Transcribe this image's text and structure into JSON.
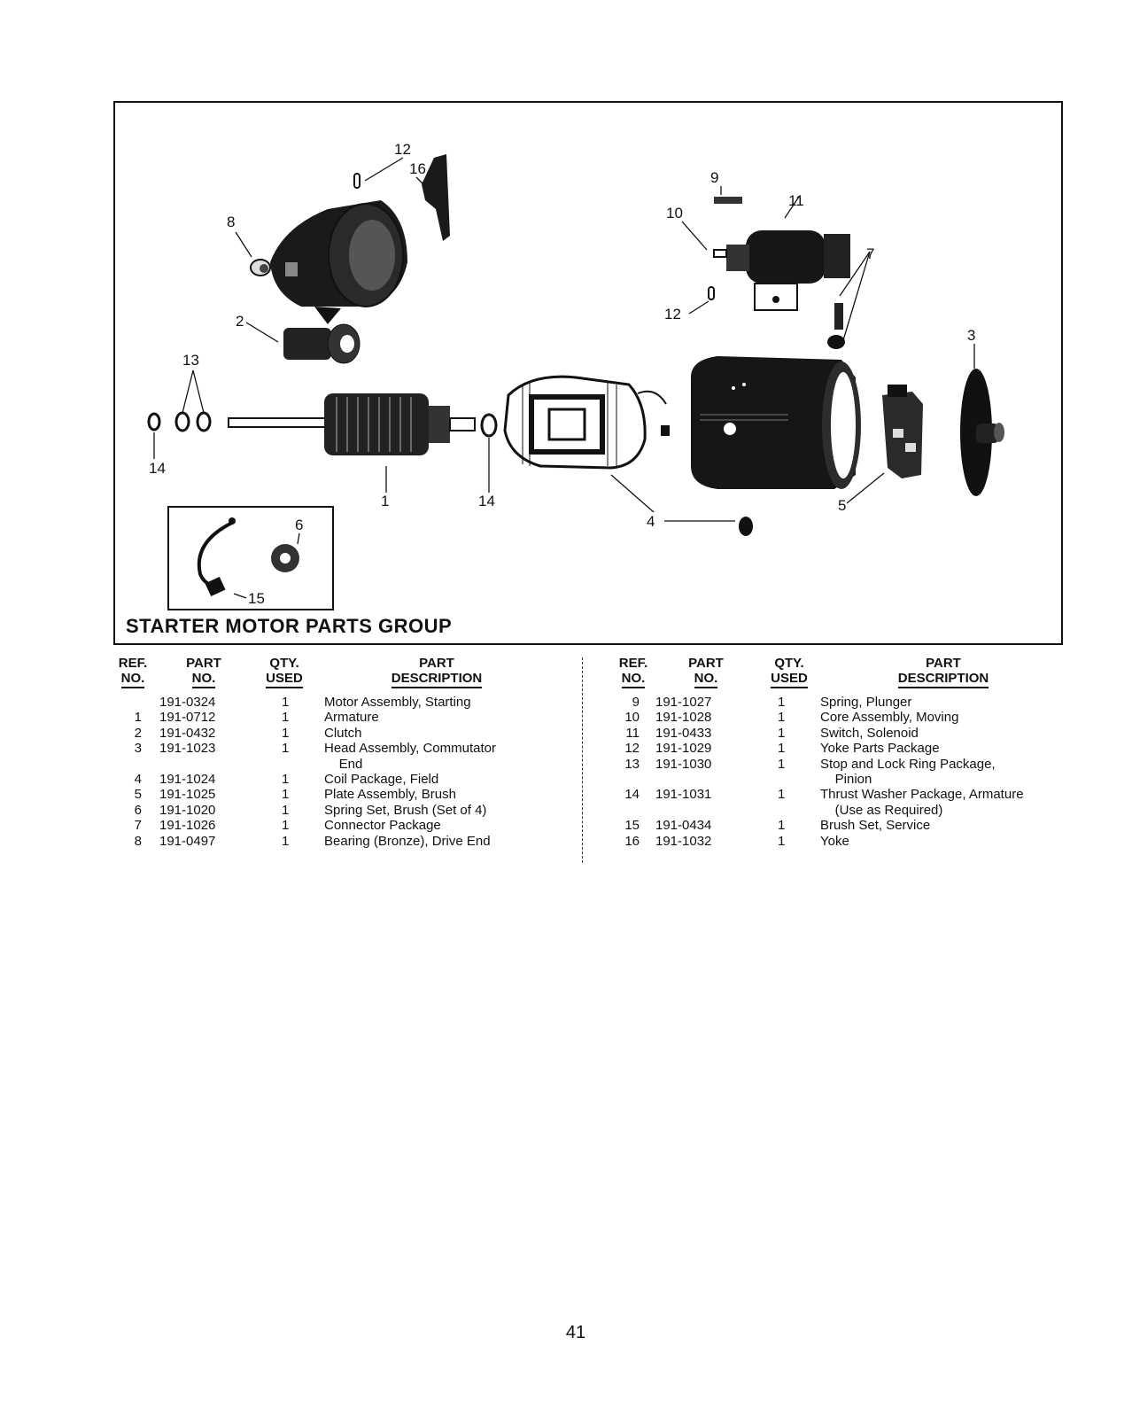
{
  "figure": {
    "title": "STARTER MOTOR PARTS GROUP",
    "callouts": [
      "12",
      "16",
      "8",
      "2",
      "13",
      "14",
      "1",
      "14",
      "6",
      "15",
      "9",
      "10",
      "11",
      "7",
      "12",
      "3",
      "4",
      "5"
    ]
  },
  "table": {
    "headers": {
      "ref_top": "REF.",
      "ref_bot": "NO.",
      "part_top": "PART",
      "part_bot": "NO.",
      "qty_top": "QTY.",
      "qty_bot": "USED",
      "desc_top": "PART",
      "desc_bot": "DESCRIPTION"
    },
    "left_rows": [
      {
        "ref": "",
        "part": "191-0324",
        "qty": "1",
        "desc": "Motor Assembly, Starting"
      },
      {
        "ref": "1",
        "part": "191-0712",
        "qty": "1",
        "desc": "Armature"
      },
      {
        "ref": "2",
        "part": "191-0432",
        "qty": "1",
        "desc": "Clutch"
      },
      {
        "ref": "3",
        "part": "191-1023",
        "qty": "1",
        "desc": "Head Assembly, Commutator\n    End"
      },
      {
        "ref": "4",
        "part": "191-1024",
        "qty": "1",
        "desc": "Coil Package, Field"
      },
      {
        "ref": "5",
        "part": "191-1025",
        "qty": "1",
        "desc": "Plate Assembly, Brush"
      },
      {
        "ref": "6",
        "part": "191-1020",
        "qty": "1",
        "desc": "Spring Set, Brush (Set of 4)"
      },
      {
        "ref": "7",
        "part": "191-1026",
        "qty": "1",
        "desc": "Connector Package"
      },
      {
        "ref": "8",
        "part": "191-0497",
        "qty": "1",
        "desc": "Bearing (Bronze), Drive End"
      }
    ],
    "right_rows": [
      {
        "ref": "9",
        "part": "191-1027",
        "qty": "1",
        "desc": "Spring, Plunger"
      },
      {
        "ref": "10",
        "part": "191-1028",
        "qty": "1",
        "desc": "Core Assembly, Moving"
      },
      {
        "ref": "11",
        "part": "191-0433",
        "qty": "1",
        "desc": "Switch, Solenoid"
      },
      {
        "ref": "12",
        "part": "191-1029",
        "qty": "1",
        "desc": "Yoke Parts Package"
      },
      {
        "ref": "13",
        "part": "191-1030",
        "qty": "1",
        "desc": "Stop and Lock Ring Package,\n    Pinion"
      },
      {
        "ref": "14",
        "part": "191-1031",
        "qty": "1",
        "desc": "Thrust Washer Package, Armature\n    (Use as Required)"
      },
      {
        "ref": "15",
        "part": "191-0434",
        "qty": "1",
        "desc": "Brush Set, Service"
      },
      {
        "ref": "16",
        "part": "191-1032",
        "qty": "1",
        "desc": "Yoke"
      }
    ]
  },
  "page_number": "41"
}
